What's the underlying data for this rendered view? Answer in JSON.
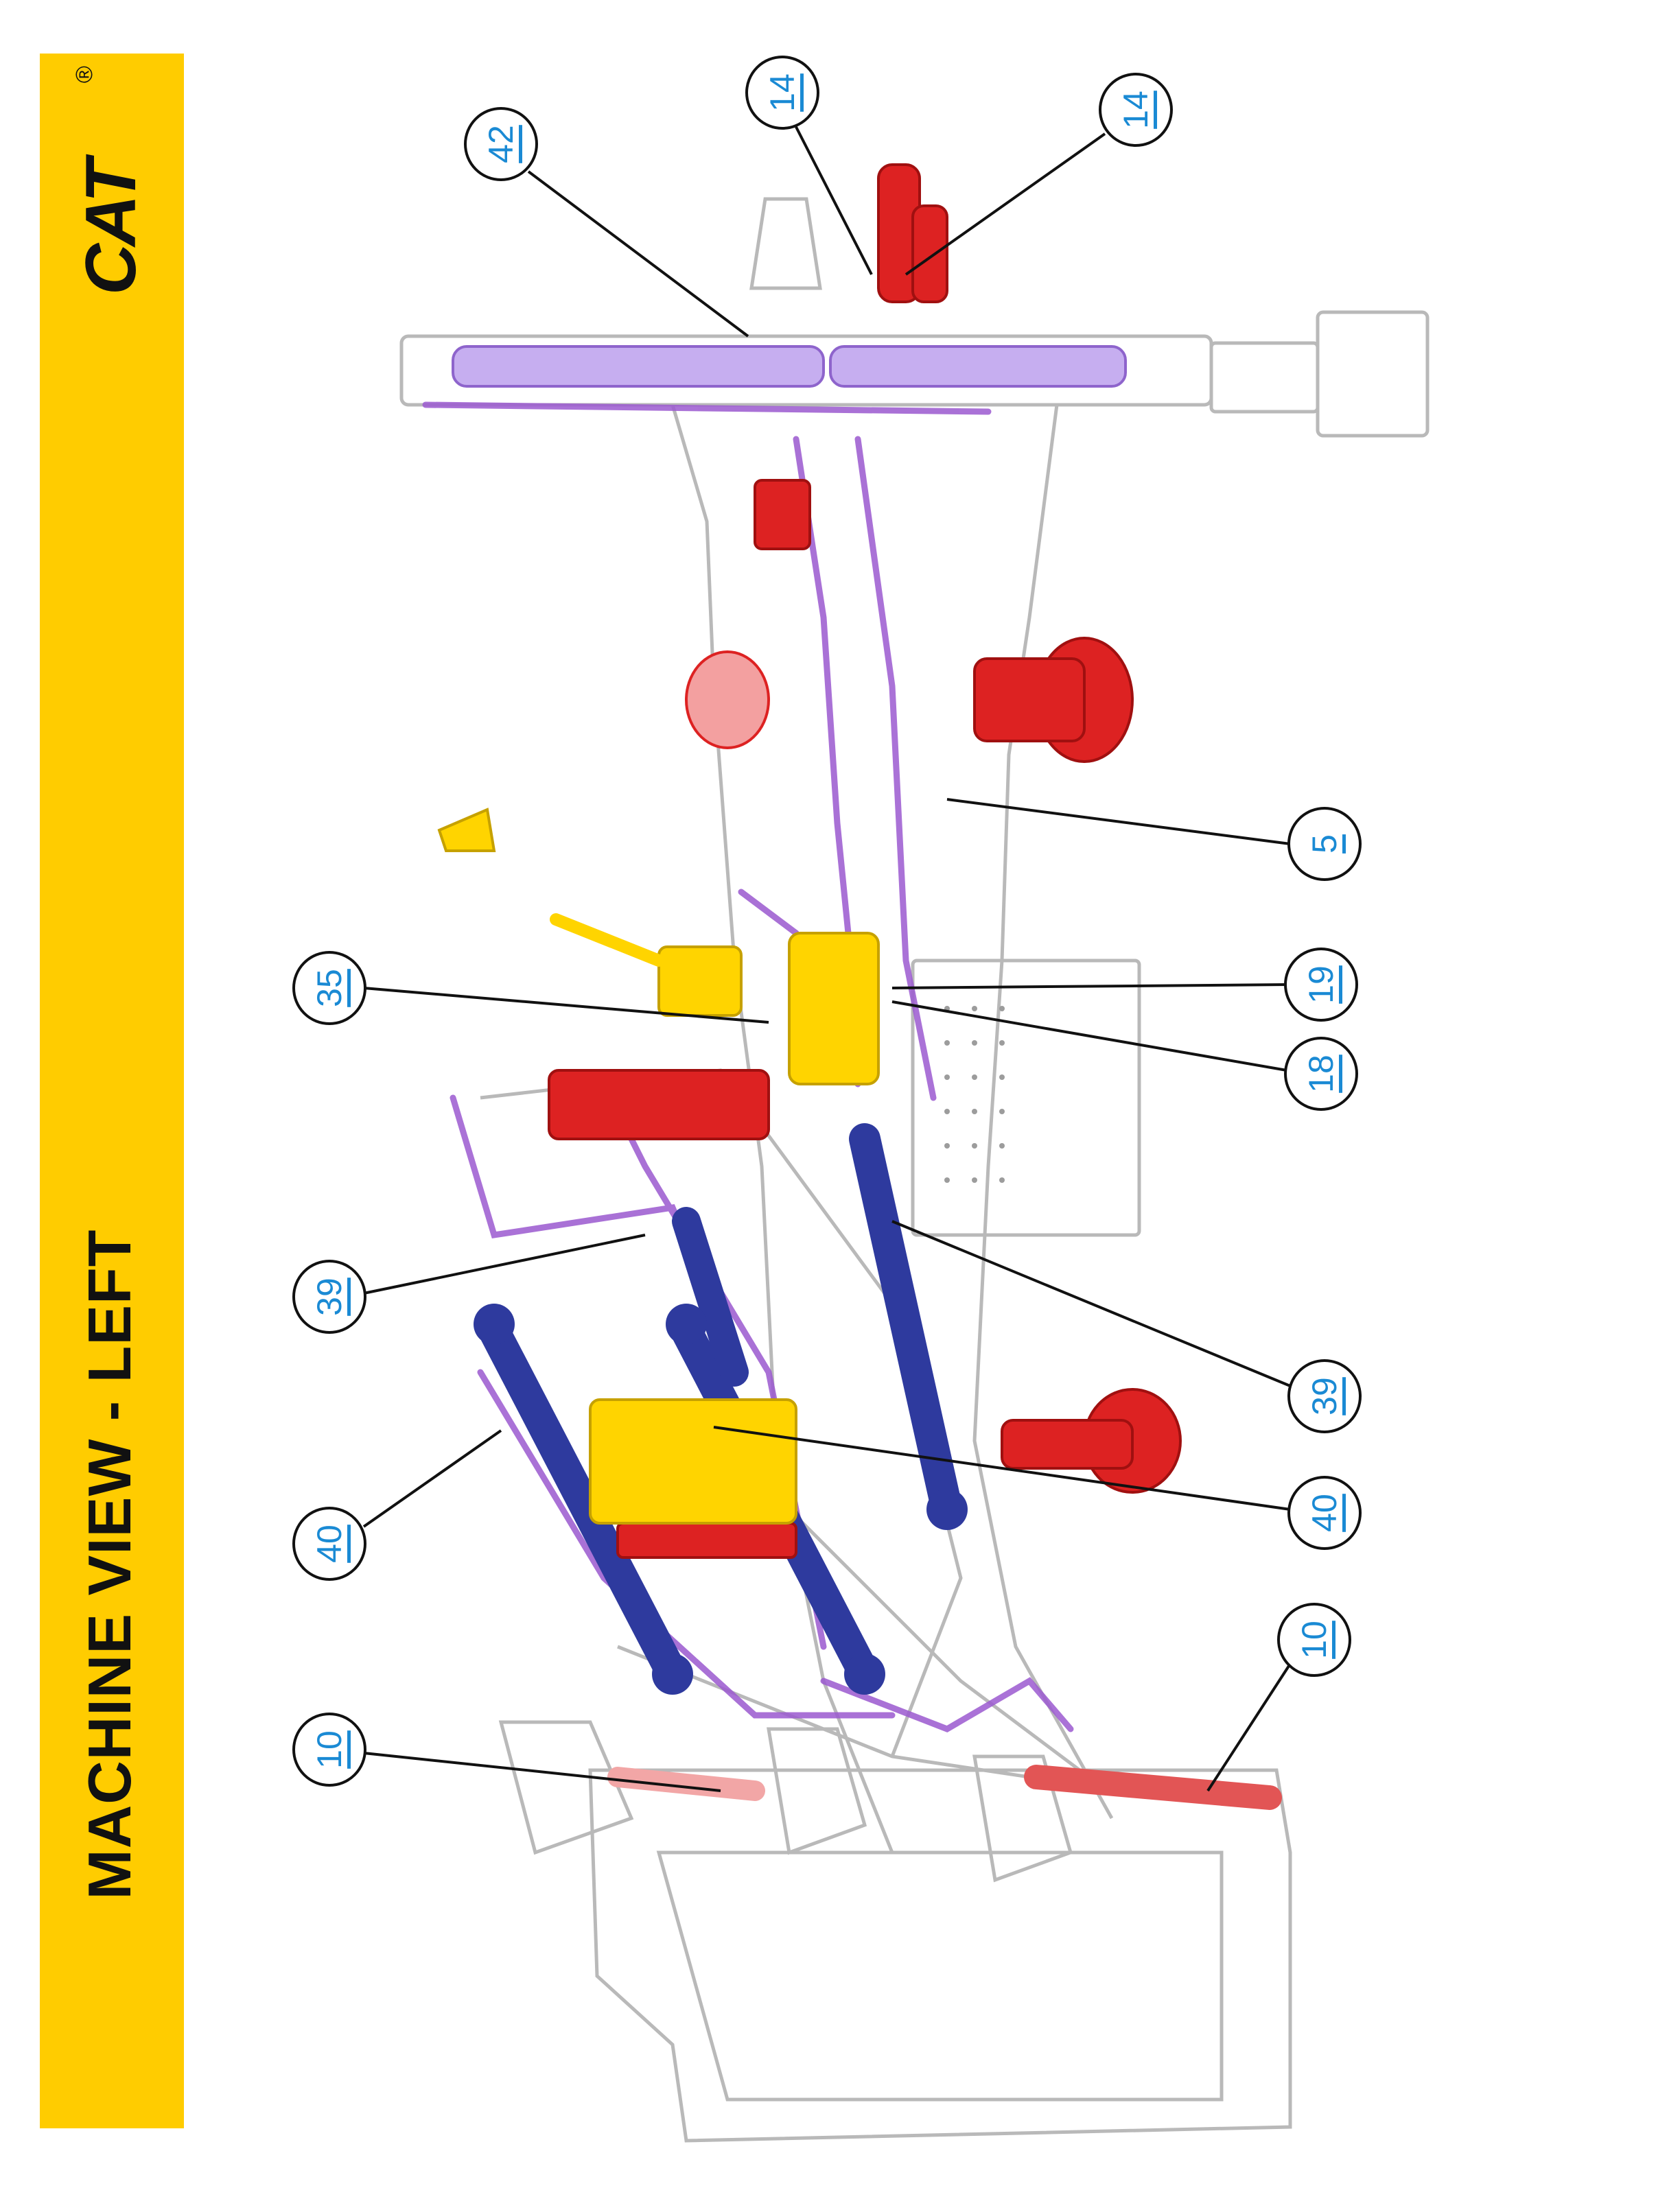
{
  "page": {
    "title": "MACHINE VIEW - LEFT",
    "brand": "CAT",
    "brand_mark": "®"
  },
  "colors": {
    "band": "#ffcc00",
    "callout_text": "#1a8ad4",
    "leader_line": "#111111",
    "hydraulic_line": "#9b59d0",
    "cylinder": "#2e3a9e",
    "motor": "#dd1f1f",
    "pump_valve": "#ffd400",
    "frame_outline": "#b8b8b8"
  },
  "callouts": [
    {
      "label": "42"
    },
    {
      "label": "14"
    },
    {
      "label": "14"
    },
    {
      "label": "5"
    },
    {
      "label": "35"
    },
    {
      "label": "19"
    },
    {
      "label": "18"
    },
    {
      "label": "39"
    },
    {
      "label": "39"
    },
    {
      "label": "40"
    },
    {
      "label": "40"
    },
    {
      "label": "10"
    },
    {
      "label": "10"
    }
  ]
}
